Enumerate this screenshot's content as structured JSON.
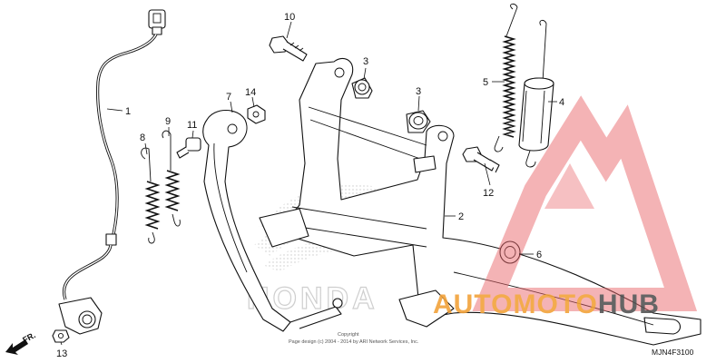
{
  "diagram": {
    "callouts": [
      "1",
      "2",
      "3",
      "3",
      "4",
      "5",
      "6",
      "7",
      "8",
      "9",
      "10",
      "11",
      "12",
      "13",
      "14"
    ],
    "front_label": "FR.",
    "copyright_line1": "Copyright",
    "copyright_line2": "Page design (c) 2004 - 2014 by ARI Network Services, Inc.",
    "diagram_code": "MJN4F3100"
  },
  "watermark": {
    "brand_part1": "AUTOMOTO",
    "brand_part2": "HUB",
    "brand_color1": "#f2a23a",
    "brand_color2": "#555555",
    "triangle_color": "#e8656a",
    "background_logo_text": "HONDA"
  }
}
